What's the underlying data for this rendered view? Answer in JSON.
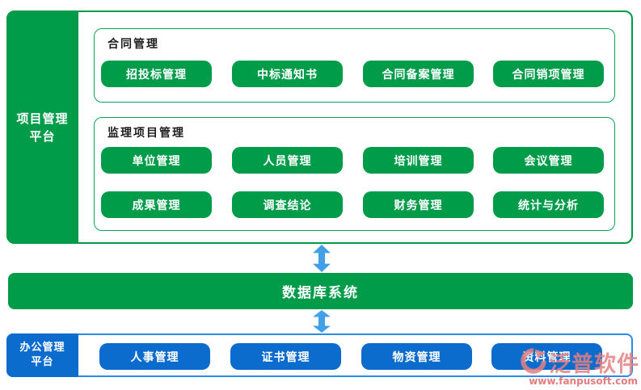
{
  "colors": {
    "green": "#009C4A",
    "blue": "#0C6CCE",
    "arrow_blue": "#42A0E8",
    "bottom_border_blue": "#2B8CE8",
    "watermark_pink": "#E27A7A"
  },
  "project_platform": {
    "label_line1": "项目管理",
    "label_line2": "平台",
    "contract_section": {
      "title": "合同管理",
      "buttons": [
        "招投标管理",
        "中标通知书",
        "合同备案管理",
        "合同销项管理"
      ]
    },
    "supervision_section": {
      "title": "监理项目管理",
      "row1": [
        "单位管理",
        "人员管理",
        "培训管理",
        "会议管理"
      ],
      "row2": [
        "成果管理",
        "调查结论",
        "财务管理",
        "统计与分析"
      ]
    }
  },
  "database_bar": {
    "label": "数据库系统"
  },
  "office_platform": {
    "label_line1": "办公管理",
    "label_line2": "平台",
    "buttons": [
      "人事管理",
      "证书管理",
      "物资管理",
      "资料管理"
    ]
  },
  "watermark": {
    "brand": "泛普软件",
    "url": "www.fanpusoft.com"
  }
}
